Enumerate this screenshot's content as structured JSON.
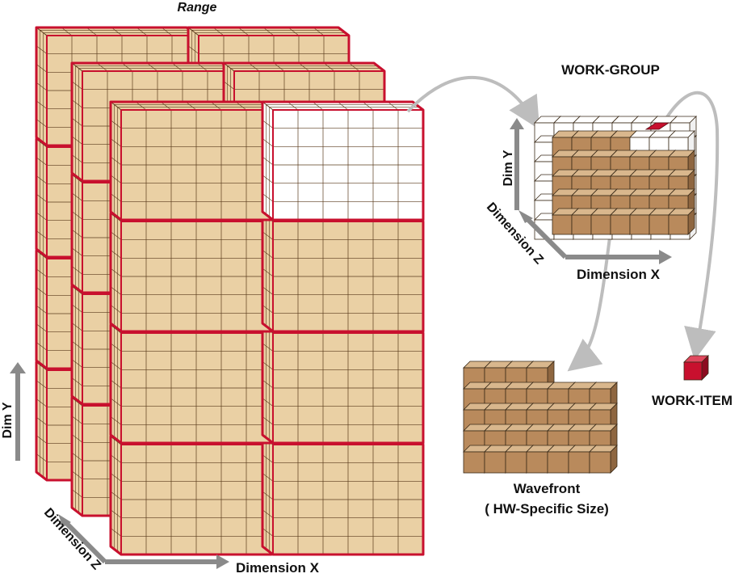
{
  "range": {
    "title": "Range",
    "axis_x": "Dimension X",
    "axis_y": "Dim Y",
    "axis_z": "Dimension Z",
    "grid": {
      "columns": 2,
      "rows": 4,
      "depth_layers": 3,
      "cells_per_block": 6
    }
  },
  "work_group": {
    "title": "WORK-GROUP",
    "axis_x": "Dimension X",
    "axis_y": "Dim Y",
    "axis_z": "Dimension Z"
  },
  "wavefront": {
    "title": "Wavefront",
    "subtitle": "(  HW-Specific Size)"
  },
  "work_item": {
    "title": "WORK-ITEM"
  },
  "colors": {
    "block_border": "#c8102e",
    "block_fill": "#ead0a4",
    "cell_line": "#5a3b1c",
    "brown_cube": "#b98a5c",
    "brown_cube_top": "#d9b78d",
    "brown_cube_side": "#8e6640",
    "white_cube": "#ffffff",
    "work_item_red": "#c8102e",
    "arrow_grey": "#bdbdbd",
    "axis_grey": "#8a8a8a"
  }
}
